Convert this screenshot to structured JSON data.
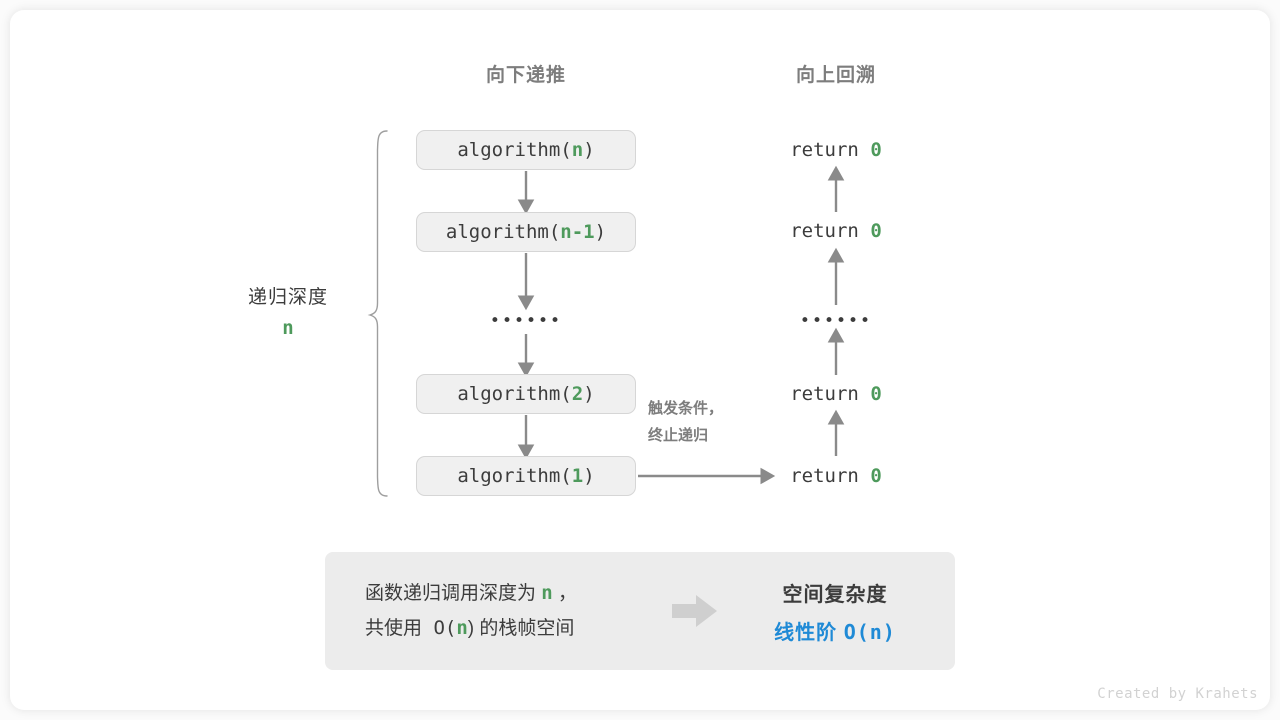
{
  "headers": {
    "down": "向下递推",
    "up": "向上回溯"
  },
  "depth": {
    "label": "递归深度",
    "value": "n"
  },
  "call_stack": [
    {
      "prefix": "algorithm(",
      "arg": "n",
      "suffix": ")"
    },
    {
      "prefix": "algorithm(",
      "arg": "n-1",
      "suffix": ")"
    },
    {
      "prefix": "algorithm(",
      "arg": "2",
      "suffix": ")"
    },
    {
      "prefix": "algorithm(",
      "arg": "1",
      "suffix": ")"
    }
  ],
  "ellipsis": "••••••",
  "returns": [
    {
      "text": "return ",
      "value": "0"
    },
    {
      "text": "return ",
      "value": "0"
    },
    {
      "text": "return ",
      "value": "0"
    },
    {
      "text": "return ",
      "value": "0"
    }
  ],
  "trigger_note": {
    "line1": "触发条件，",
    "line2": "终止递归"
  },
  "summary": {
    "left_line1_a": "函数递归调用深度为 ",
    "left_line1_n": "n",
    "left_line1_b": " ，",
    "left_line2_a": "共使用 O(",
    "left_line2_n": "n",
    "left_line2_b": ") 的栈帧空间",
    "arrow_icon": "right-arrow-icon",
    "title": "空间复杂度",
    "value_label": "线性阶 ",
    "value_expr": "O(n)"
  },
  "credit": "Created by Krahets",
  "colors": {
    "accent_green": "#4e9a5c",
    "accent_blue": "#1f8ad6",
    "box_fill": "#f0f0f0",
    "box_border": "#d6d6d6",
    "panel_fill": "#ececec",
    "arrow_gray": "#8a8a8a",
    "text_dark": "#3c3c3c",
    "text_gray": "#7d7d7d"
  }
}
